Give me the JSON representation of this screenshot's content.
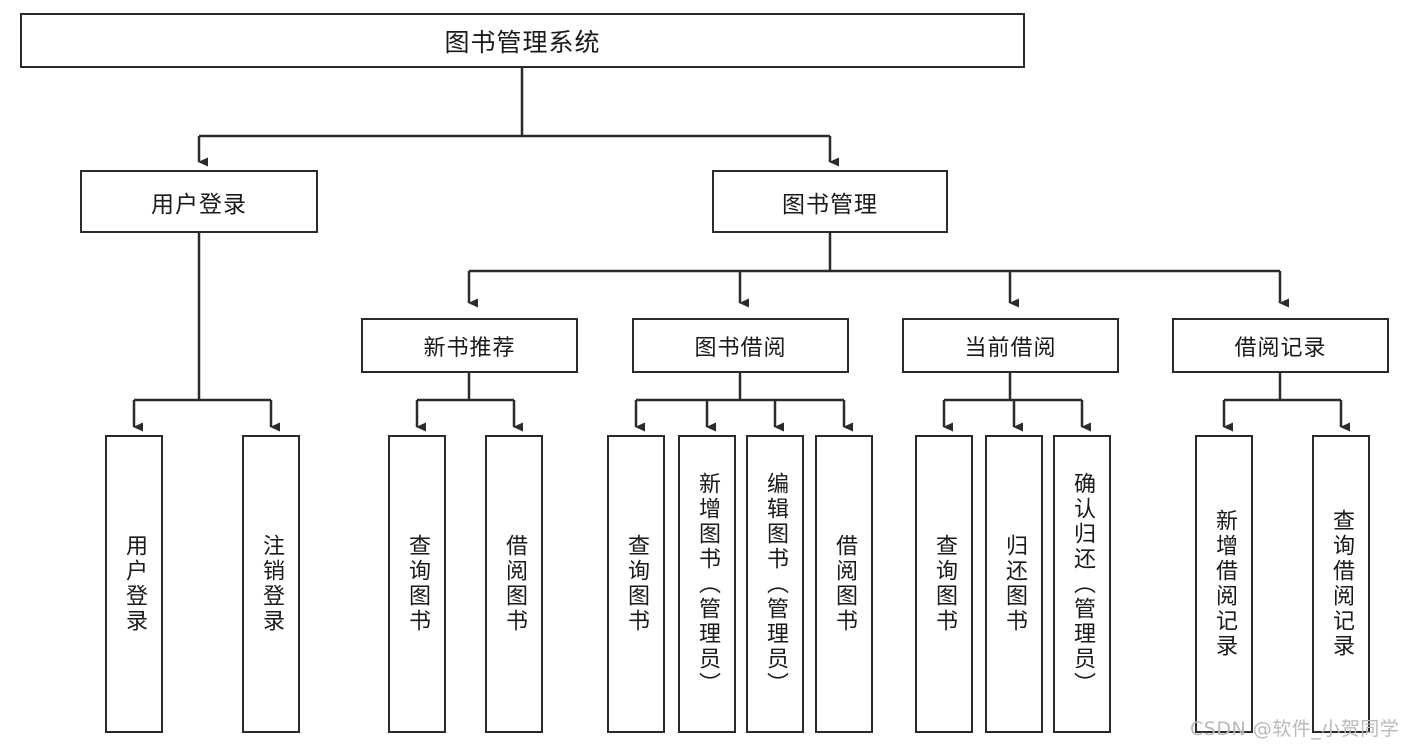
{
  "diagram": {
    "title": "图书管理系统",
    "watermark": "CSDN @软件_小贺同学",
    "root": {
      "label": "图书管理系统"
    },
    "level2": [
      {
        "label": "用户登录"
      },
      {
        "label": "图书管理"
      }
    ],
    "level3": [
      {
        "label": "新书推荐"
      },
      {
        "label": "图书借阅"
      },
      {
        "label": "当前借阅"
      },
      {
        "label": "借阅记录"
      }
    ],
    "leaves": [
      {
        "label": "用户登录"
      },
      {
        "label": "注销登录"
      },
      {
        "label": "查询图书"
      },
      {
        "label": "借阅图书"
      },
      {
        "label": "查询图书"
      },
      {
        "label": "新增图书（管理员）"
      },
      {
        "label": "编辑图书（管理员）"
      },
      {
        "label": "借阅图书"
      },
      {
        "label": "查询图书"
      },
      {
        "label": "归还图书"
      },
      {
        "label": "确认归还（管理员）"
      },
      {
        "label": "新增借阅记录"
      },
      {
        "label": "查询借阅记录"
      }
    ],
    "colors": {
      "stroke": "#2b2b2b",
      "fill": "#ffffff",
      "watermark": "#b9b9b9"
    }
  }
}
